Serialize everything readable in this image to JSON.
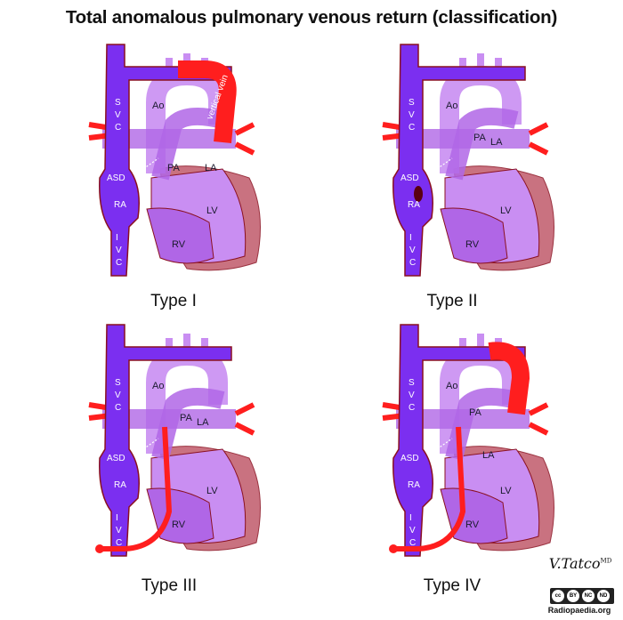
{
  "title": "Total anomalous pulmonary venous return (classification)",
  "labels": {
    "svc": [
      "S",
      "V",
      "C"
    ],
    "ivc": [
      "I",
      "V",
      "C"
    ],
    "ao": "Ao",
    "pa": "PA",
    "la": "LA",
    "ra": "RA",
    "lv": "LV",
    "rv": "RV",
    "asd": "ASD",
    "vertical_vein": "vertical vein"
  },
  "panels": [
    {
      "id": "type-1",
      "label": "Type I"
    },
    {
      "id": "type-2",
      "label": "Type II"
    },
    {
      "id": "type-3",
      "label": "Type III"
    },
    {
      "id": "type-4",
      "label": "Type IV"
    }
  ],
  "credits": {
    "signature": "V.Tatco",
    "signature_suffix": "MD",
    "cc_badges": [
      "cc",
      "BY",
      "NC",
      "ND"
    ],
    "site": "Radiopaedia.org"
  },
  "colors": {
    "venous": "#7b2ff0",
    "heart_light": "#c98ef2",
    "heart_mid": "#b066e6",
    "arterial": "#ff1e1e",
    "outline": "#8a1020",
    "myocardium": "#c05a6a"
  }
}
